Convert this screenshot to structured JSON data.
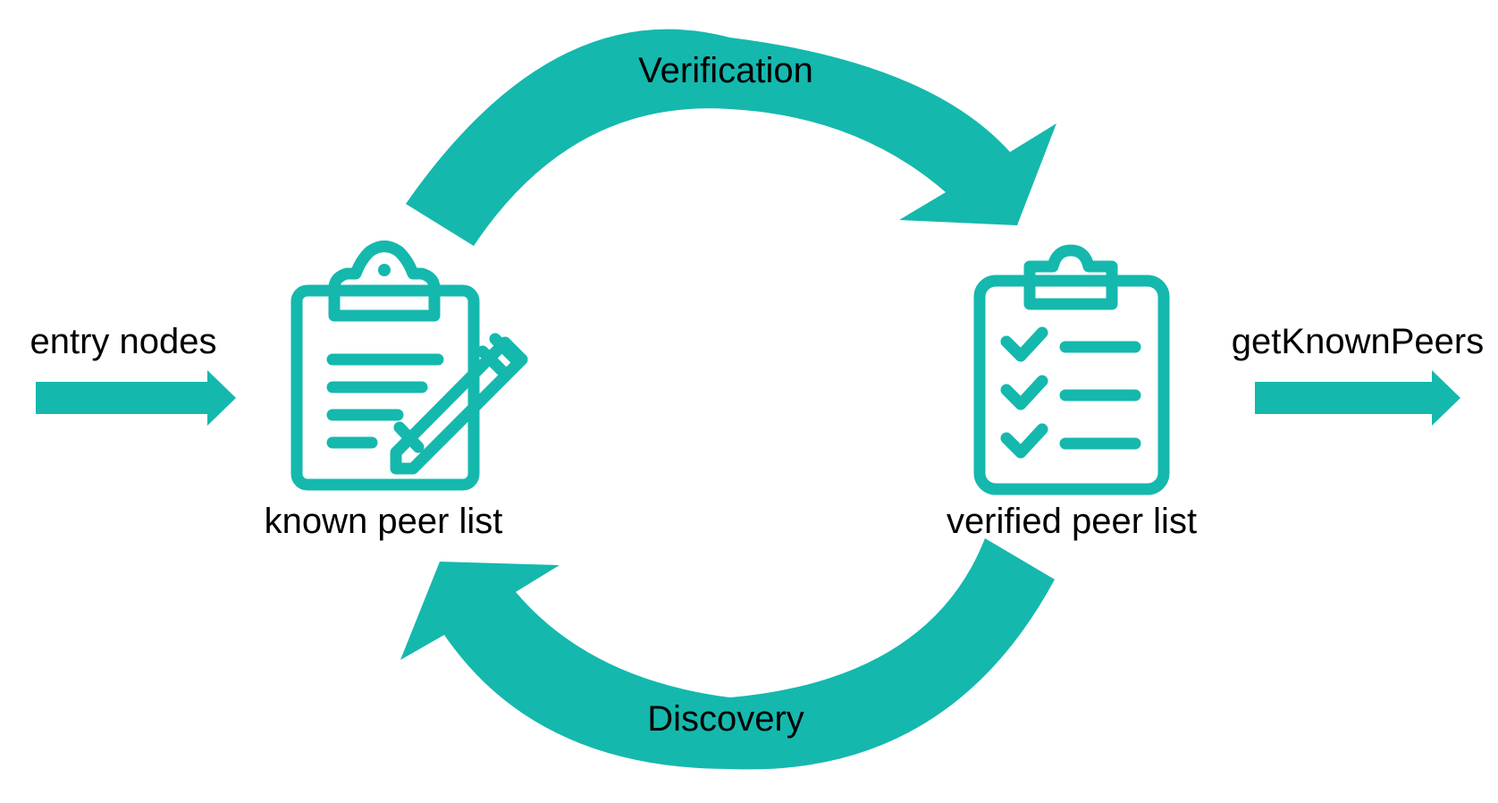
{
  "colors": {
    "accent": "#15B8AD",
    "text": "#000000",
    "background": "#FFFFFF"
  },
  "labels": {
    "entry": "entry nodes",
    "output": "getKnownPeers",
    "verification": "Verification",
    "discovery": "Discovery",
    "known_list": "known peer list",
    "verified_list": "verified peer list"
  },
  "icons": {
    "known_list": "clipboard-pencil-icon",
    "verified_list": "clipboard-checklist-icon"
  }
}
